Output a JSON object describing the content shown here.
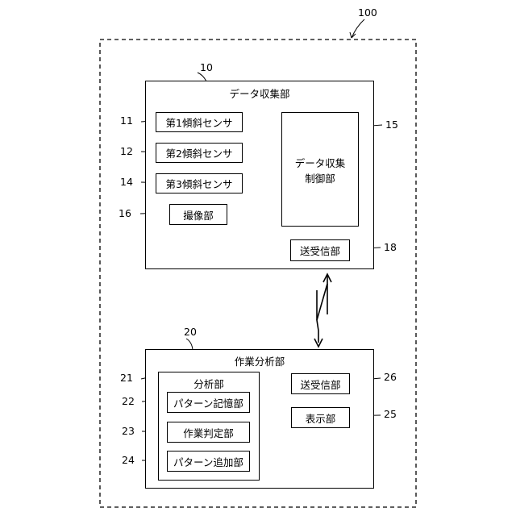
{
  "refs": {
    "system": "100",
    "collector": "10",
    "sensor1": "11",
    "sensor2": "12",
    "sensor3": "14",
    "controller": "15",
    "camera": "16",
    "tx1": "18",
    "analyzer": "20",
    "analysis": "21",
    "pattern_store": "22",
    "judge": "23",
    "pattern_add": "24",
    "display": "25",
    "tx2": "26"
  },
  "collector": {
    "title": "データ収集部",
    "sensor1": "第1傾斜センサ",
    "sensor2": "第2傾斜センサ",
    "sensor3": "第3傾斜センサ",
    "camera": "撮像部",
    "controller_line1": "データ収集",
    "controller_line2": "制御部",
    "tx": "送受信部"
  },
  "analyzer": {
    "title": "作業分析部",
    "analysis_title": "分析部",
    "pattern_store": "パターン記憶部",
    "judge": "作業判定部",
    "pattern_add": "パターン追加部",
    "tx": "送受信部",
    "display": "表示部"
  }
}
